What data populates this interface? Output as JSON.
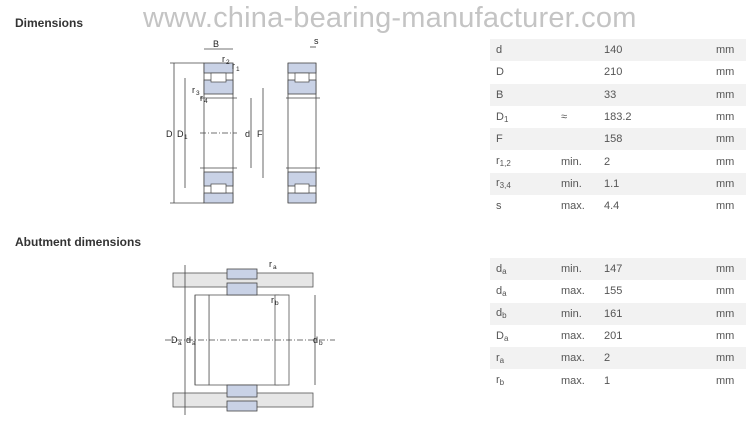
{
  "watermark": "www.china-bearing-manufacturer.com",
  "sections": {
    "dimensions": "Dimensions",
    "abutment": "Abutment dimensions"
  },
  "drawing_labels": {
    "B": "B",
    "r": "r",
    "s": "s",
    "D": "D",
    "d": "d",
    "F": "F",
    "sub_1": "1",
    "sub_2": "2",
    "sub_3": "3",
    "sub_4": "4",
    "sub_a": "a",
    "sub_b": "b"
  },
  "dimensions": [
    {
      "sym": "d",
      "sub": "",
      "qual": "",
      "val": "140",
      "unit": "mm"
    },
    {
      "sym": "D",
      "sub": "",
      "qual": "",
      "val": "210",
      "unit": "mm"
    },
    {
      "sym": "B",
      "sub": "",
      "qual": "",
      "val": "33",
      "unit": "mm"
    },
    {
      "sym": "D",
      "sub": "1",
      "qual": "≈",
      "val": "183.2",
      "unit": "mm"
    },
    {
      "sym": "F",
      "sub": "",
      "qual": "",
      "val": "158",
      "unit": "mm"
    },
    {
      "sym": "r",
      "sub": "1,2",
      "qual": "min.",
      "val": "2",
      "unit": "mm"
    },
    {
      "sym": "r",
      "sub": "3,4",
      "qual": "min.",
      "val": "1.1",
      "unit": "mm"
    },
    {
      "sym": "s",
      "sub": "",
      "qual": "max.",
      "val": "4.4",
      "unit": "mm"
    }
  ],
  "abutment": [
    {
      "sym": "d",
      "sub": "a",
      "qual": "min.",
      "val": "147",
      "unit": "mm"
    },
    {
      "sym": "d",
      "sub": "a",
      "qual": "max.",
      "val": "155",
      "unit": "mm"
    },
    {
      "sym": "d",
      "sub": "b",
      "qual": "min.",
      "val": "161",
      "unit": "mm"
    },
    {
      "sym": "D",
      "sub": "a",
      "qual": "max.",
      "val": "201",
      "unit": "mm"
    },
    {
      "sym": "r",
      "sub": "a",
      "qual": "max.",
      "val": "2",
      "unit": "mm"
    },
    {
      "sym": "r",
      "sub": "b",
      "qual": "max.",
      "val": "1",
      "unit": "mm"
    }
  ]
}
